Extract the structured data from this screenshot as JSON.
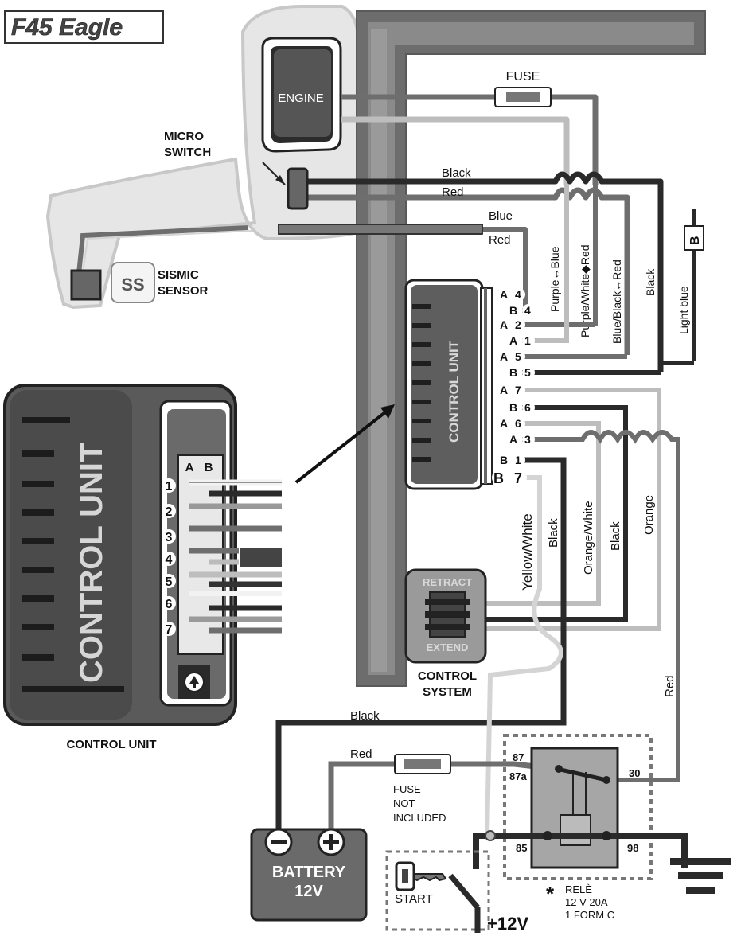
{
  "logo": {
    "text": "F45 Eagle"
  },
  "components": {
    "engine": "ENGINE",
    "fuse_top": "FUSE",
    "micro_switch": [
      "MICRO",
      "SWITCH"
    ],
    "sismic_sensor_badge": "SS",
    "sismic_sensor": [
      "SISMIC",
      "SENSOR"
    ],
    "control_unit_small": "CONTROL UNIT",
    "control_unit_big": "CONTROL UNIT",
    "control_unit_caption": "CONTROL UNIT",
    "control_system_retract": "RETRACT",
    "control_system_extend": "EXTEND",
    "control_system_caption": [
      "CONTROL",
      "SYSTEM"
    ],
    "battery": [
      "BATTERY",
      "12V"
    ],
    "fuse_bottom": [
      "FUSE",
      "NOT",
      "INCLUDED"
    ],
    "start": "START",
    "plus12v": "+12V",
    "b_tag": "B",
    "relay_pins": {
      "p87": "87",
      "p87a": "87a",
      "p30": "30",
      "p85": "85",
      "p98": "98"
    },
    "relay_note": [
      "*",
      "RELÈ",
      "12 V  20A",
      "1 FORM C"
    ]
  },
  "connector": {
    "col_a": "A",
    "col_b": "B",
    "rows": [
      "1",
      "2",
      "3",
      "4",
      "5",
      "6",
      "7"
    ]
  },
  "pins": [
    {
      "col": "A",
      "num": "4"
    },
    {
      "col": "B",
      "num": "4"
    },
    {
      "col": "A",
      "num": "2"
    },
    {
      "col": "A",
      "num": "1"
    },
    {
      "col": "A",
      "num": "5"
    },
    {
      "col": "B",
      "num": "5"
    },
    {
      "col": "A",
      "num": "7"
    },
    {
      "col": "B",
      "num": "6"
    },
    {
      "col": "A",
      "num": "6"
    },
    {
      "col": "A",
      "num": "3"
    },
    {
      "col": "B",
      "num": "1"
    },
    {
      "col": "B",
      "num": "7"
    }
  ],
  "wire_labels": {
    "black_top": "Black",
    "red_top": "Red",
    "blue": "Blue",
    "red_mid": "Red",
    "purple_blue": "Purple↔Blue",
    "purple_white_red": "Purple/White◆Red",
    "blue_black_red": "Blue/Black↔Red",
    "black_right": "Black",
    "light_blue": "Light blue",
    "yellow_white": "Yellow/White",
    "black_lower1": "Black",
    "orange_white": "Orange/White",
    "black_lower2": "Black",
    "orange": "Orange",
    "red_right": "Red",
    "black_battery": "Black",
    "red_battery": "Red"
  },
  "colors": {
    "dark_wire": "#2a2a2a",
    "mid_wire": "#6e6e6e",
    "light_wire": "#bdbdbd",
    "frame": "#7a7a7a",
    "unit_fill": "#5a5a5a",
    "unit_panel": "#484848"
  }
}
